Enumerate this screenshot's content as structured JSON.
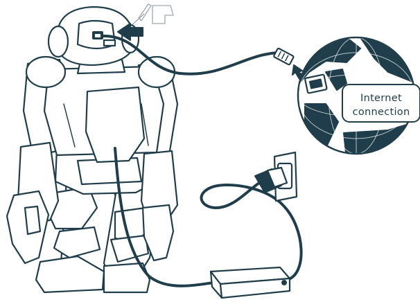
{
  "callout": {
    "line1": "Internet",
    "line2": "connection"
  },
  "colors": {
    "ink": "#1f3d4a",
    "background": "#ffffff"
  },
  "icons": [
    "robot",
    "ethernet-cable",
    "globe",
    "wall-outlet",
    "power-adapter",
    "arrow"
  ]
}
